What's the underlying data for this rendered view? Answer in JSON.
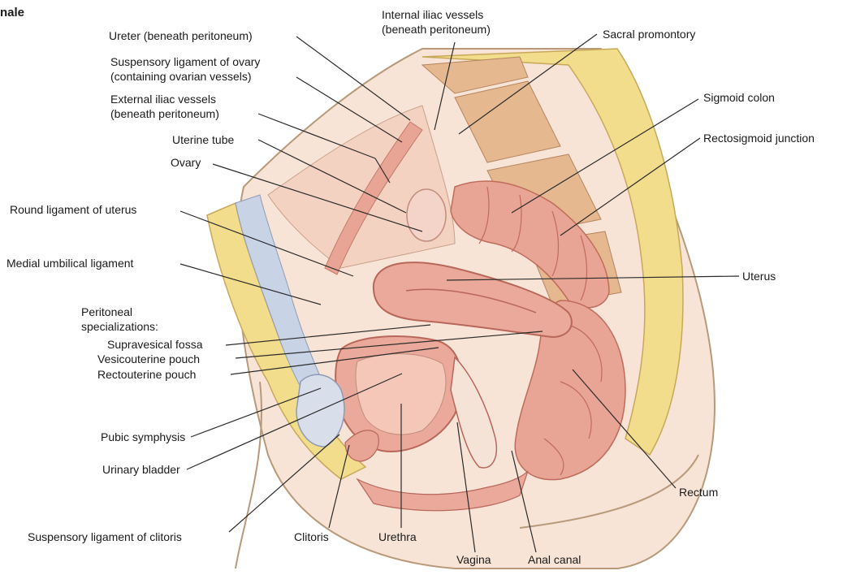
{
  "title": "nale",
  "labels": {
    "ureter": "Ureter (beneath peritoneum)",
    "internal_iliac_1": "Internal iliac vessels",
    "internal_iliac_2": "(beneath peritoneum)",
    "sacral_promontory": "Sacral promontory",
    "suspensory_ovary_1": "Suspensory ligament of ovary",
    "suspensory_ovary_2": "(containing ovarian vessels)",
    "external_iliac_1": "External iliac vessels",
    "external_iliac_2": "(beneath peritoneum)",
    "sigmoid_colon": "Sigmoid colon",
    "uterine_tube": "Uterine tube",
    "rectosigmoid": "Rectosigmoid junction",
    "ovary": "Ovary",
    "round_ligament": "Round ligament of uterus",
    "medial_umbilical": "Medial umbilical ligament",
    "uterus": "Uterus",
    "peritoneal_1": "Peritoneal",
    "peritoneal_2": "specializations:",
    "supravesical": "Supravesical fossa",
    "vesicouterine": "Vesicouterine pouch",
    "rectouterine": "Rectouterine pouch",
    "pubic_symphysis": "Pubic symphysis",
    "urinary_bladder": "Urinary bladder",
    "rectum": "Rectum",
    "suspensory_clitoris": "Suspensory ligament of clitoris",
    "clitoris": "Clitoris",
    "urethra": "Urethra",
    "vagina": "Vagina",
    "anal_canal": "Anal canal"
  },
  "colors": {
    "leader": "#2b2b2b",
    "outline": "#b89a7a",
    "skin": "#f3d6c2",
    "flesh": "#e8a494",
    "flesh_dark": "#d9806f",
    "fat": "#f2dd8c",
    "bone": "#e6b88f",
    "lining": "#f6e3d8",
    "ligament": "#c9d3e6"
  }
}
